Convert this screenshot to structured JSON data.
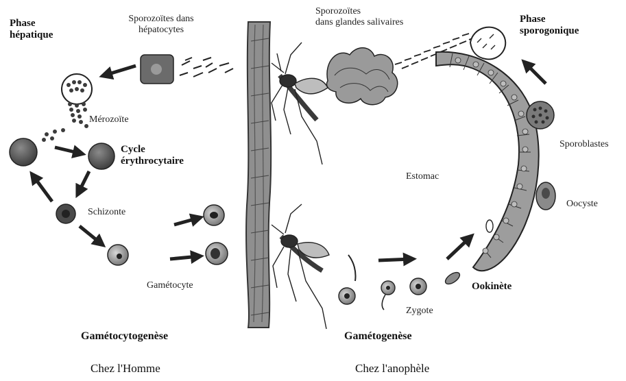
{
  "labels": {
    "phase_hepatique": [
      "Phase",
      "hépatique"
    ],
    "sporozoites_hepatocytes": [
      "Sporozoïtes dans",
      "hépatocytes"
    ],
    "sporozoites_glandes": [
      "Sporozoïtes",
      "dans glandes salivaires"
    ],
    "phase_sporogonique": [
      "Phase",
      "sporogonique"
    ],
    "merozoite": "Mérozoïte",
    "cycle_erythrocytaire": [
      "Cycle",
      "érythrocytaire"
    ],
    "schizonte": "Schizonte",
    "gametocyte": "Gamétocyte",
    "estomac": "Estomac",
    "sporoblastes": "Sporoblastes",
    "oocyste": "Oocyste",
    "ookinete": "Ookinète",
    "zygote": "Zygote",
    "gametocytogenese": "Gamétocytogenèse",
    "gametogenese": "Gamétogenèse",
    "chez_homme": "Chez l'Homme",
    "chez_anophele": "Chez l'anophèle"
  }
}
